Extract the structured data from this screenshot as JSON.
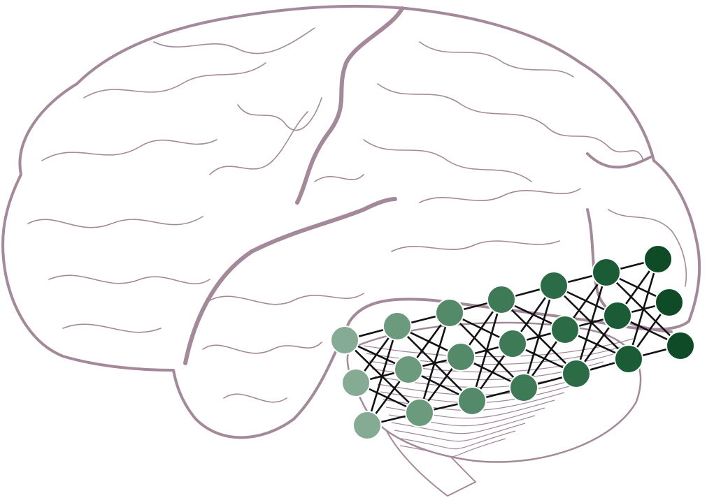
{
  "figure": {
    "brain": {
      "outline_color": "#a3899a",
      "fill_color": "#ffffff"
    },
    "network": {
      "edge_color": "#111111",
      "layers": [
        {
          "nodes": 3,
          "color": "#86ab94"
        },
        {
          "nodes": 3,
          "color": "#6b9a7d"
        },
        {
          "nodes": 3,
          "color": "#548a69"
        },
        {
          "nodes": 3,
          "color": "#3f7a57"
        },
        {
          "nodes": 3,
          "color": "#2b6b46"
        },
        {
          "nodes": 3,
          "color": "#1b5c36"
        },
        {
          "nodes": 3,
          "color": "#0f4b27"
        }
      ]
    }
  }
}
